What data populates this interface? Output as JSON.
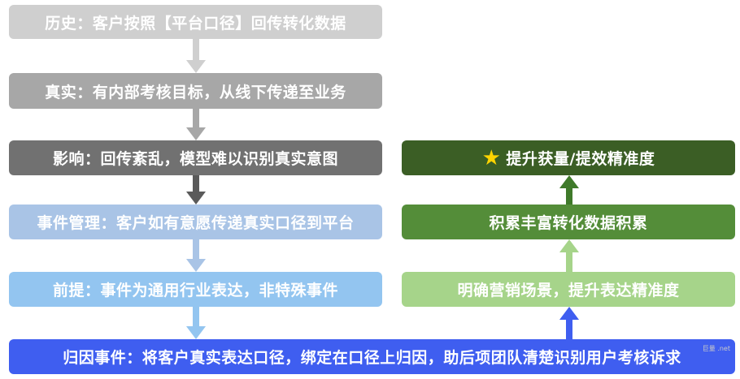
{
  "colors": {
    "light_gray": "#cfcfcf",
    "mid_gray": "#a7a7a7",
    "dark_gray": "#717171",
    "pale_blue": "#a9c4e6",
    "light_blue": "#93c5f0",
    "bright_blue": "#3f5ef0",
    "dark_green": "#3b5e25",
    "mid_green": "#548d39",
    "light_green": "#a6d48a",
    "star_yellow": "#ffd400"
  },
  "left_flow": [
    {
      "id": "history",
      "text": "历史：客户按照【平台口径】回传转化数据"
    },
    {
      "id": "reality",
      "text": "真实：有内部考核目标，从线下传递至业务"
    },
    {
      "id": "impact",
      "text": "影响：回传紊乱，模型难以识别真实意图"
    },
    {
      "id": "event-management",
      "text": "事件管理：客户如有意愿传递真实口径到平台"
    },
    {
      "id": "premise",
      "text": "前提：事件为通用行业表达，非特殊事件"
    }
  ],
  "bottom_bar": {
    "text": "归因事件：将客户真实表达口径，绑定在口径上归因，助后项团队清楚识别用户考核诉求"
  },
  "right_flow": [
    {
      "id": "goal",
      "text": "提升获量/提效精准度",
      "icon": "star-icon"
    },
    {
      "id": "accumulate",
      "text": "积累丰富转化数据积累"
    },
    {
      "id": "clarify",
      "text": "明确营销场景，提升表达精准度"
    }
  ],
  "watermark": "巨量 .net"
}
